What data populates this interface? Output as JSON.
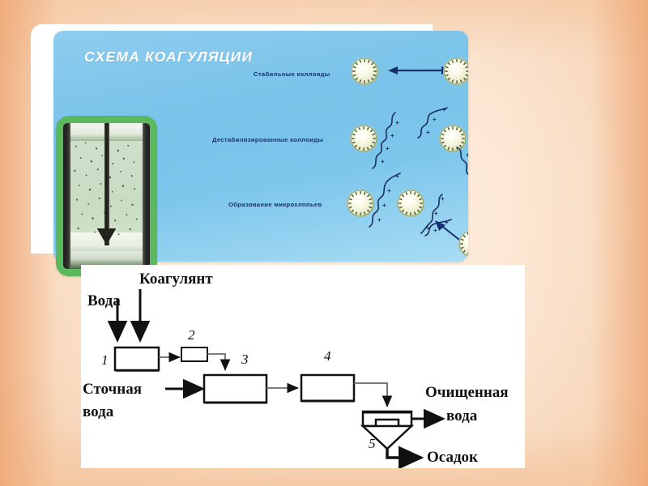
{
  "slide": {
    "background_accent": "#f4c9a6"
  },
  "figure": {
    "title": "СХЕМА КОАГУЛЯЦИИ",
    "panel_color": "#79c3ea",
    "label_color": "#16306e",
    "rows": [
      {
        "label": "Стабильные коллоиды"
      },
      {
        "label": "Дестабилизированные коллоиды"
      },
      {
        "label": "Образование микрохлопьев"
      }
    ]
  },
  "photo": {
    "frame_color": "#5cb85c",
    "caption": ""
  },
  "flow": {
    "inputs": {
      "water": "Вода",
      "coagulant": "Коагулянт",
      "wastewater_line1": "Сточная",
      "wastewater_line2": "вода"
    },
    "outputs": {
      "clean_line1": "Очищенная",
      "clean_line2": "вода",
      "sludge": "Осадок"
    },
    "numbers": [
      "1",
      "2",
      "3",
      "4",
      "5"
    ]
  }
}
